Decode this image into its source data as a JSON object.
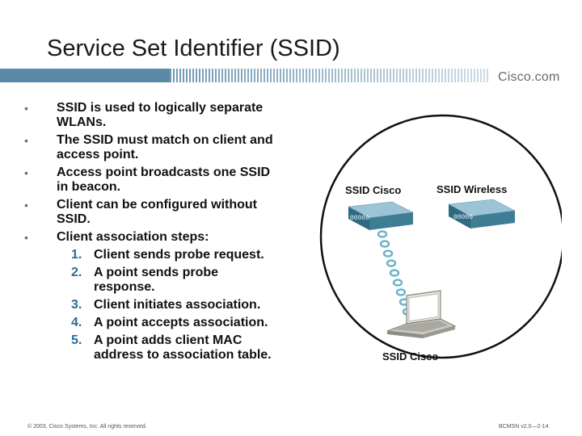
{
  "title": "Service Set Identifier (SSID)",
  "logo": "Cisco.com",
  "bullets": [
    {
      "line1": "SSID is used to logically separate",
      "line2": "WLANs."
    },
    {
      "line1": "The SSID must match on client and",
      "line2": "access point."
    },
    {
      "line1": "Access point broadcasts one SSID",
      "line2": "in beacon."
    },
    {
      "line1": "Client can be configured without",
      "line2": "SSID."
    },
    {
      "line1": "Client association steps:",
      "line2": ""
    }
  ],
  "steps": [
    {
      "num": "1.",
      "line1": "Client sends probe request.",
      "line2": ""
    },
    {
      "num": "2.",
      "line1": "A point sends probe",
      "line2": "response."
    },
    {
      "num": "3.",
      "line1": "Client initiates association.",
      "line2": ""
    },
    {
      "num": "4.",
      "line1": "A point accepts association.",
      "line2": ""
    },
    {
      "num": "5.",
      "line1": "A point adds client MAC",
      "line2": "address to association table."
    }
  ],
  "diagram": {
    "ap_left_label": "SSID Cisco",
    "ap_right_label": "SSID Wireless",
    "client_label": "SSID Cisco",
    "colors": {
      "ap_top": "#8ab6c9",
      "ap_front": "#3f7d95",
      "signal": "#6fb3c8"
    }
  },
  "footer": {
    "left": "© 2003, Cisco Systems, Inc. All rights reserved.",
    "right": "BCMSN v2.0—2-14"
  }
}
